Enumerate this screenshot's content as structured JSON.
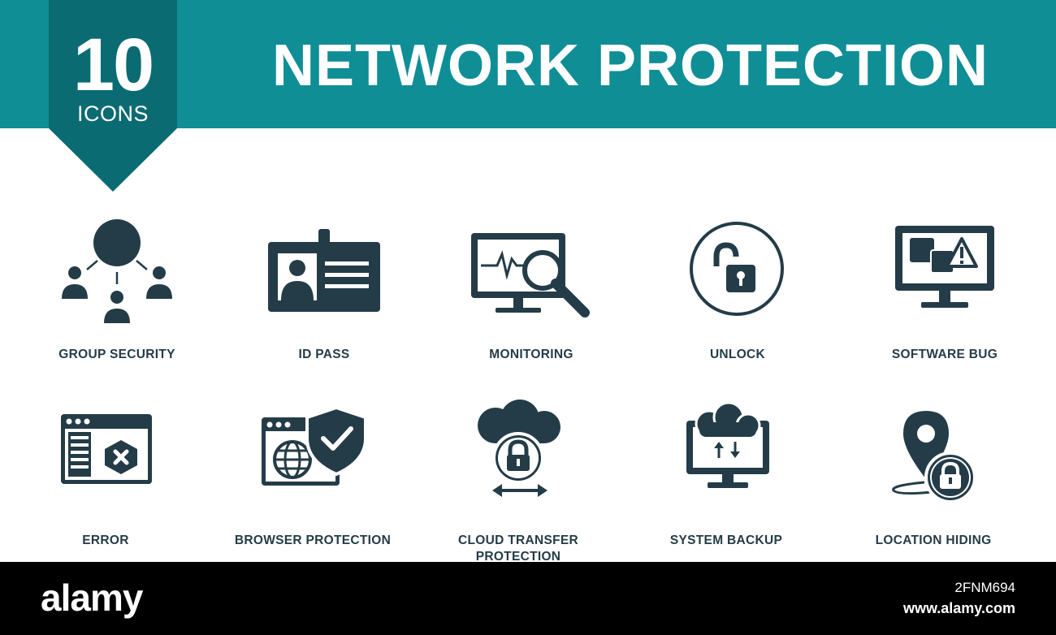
{
  "header": {
    "badge_number": "10",
    "badge_label": "ICONS",
    "title": "NETWORK PROTECTION"
  },
  "icons": [
    {
      "icon": "group-security-icon",
      "label": "GROUP SECURITY"
    },
    {
      "icon": "id-pass-icon",
      "label": "ID PASS"
    },
    {
      "icon": "monitoring-icon",
      "label": "MONITORING"
    },
    {
      "icon": "unlock-icon",
      "label": "UNLOCK"
    },
    {
      "icon": "software-bug-icon",
      "label": "SOFTWARE BUG"
    },
    {
      "icon": "error-icon",
      "label": "ERROR"
    },
    {
      "icon": "browser-protection-icon",
      "label": "BROWSER PROTECTION"
    },
    {
      "icon": "cloud-transfer-protection-icon",
      "label": "CLOUD TRANSFER PROTECTION"
    },
    {
      "icon": "system-backup-icon",
      "label": "SYSTEM BACKUP"
    },
    {
      "icon": "location-hiding-icon",
      "label": "LOCATION HIDING"
    }
  ],
  "footer": {
    "brand": "alamy",
    "image_id": "2FNM694",
    "site": "www.alamy.com"
  },
  "colors": {
    "banner": "#0f8e96",
    "badge": "#0b6b72",
    "icon": "#243c48",
    "footer": "#000000"
  }
}
